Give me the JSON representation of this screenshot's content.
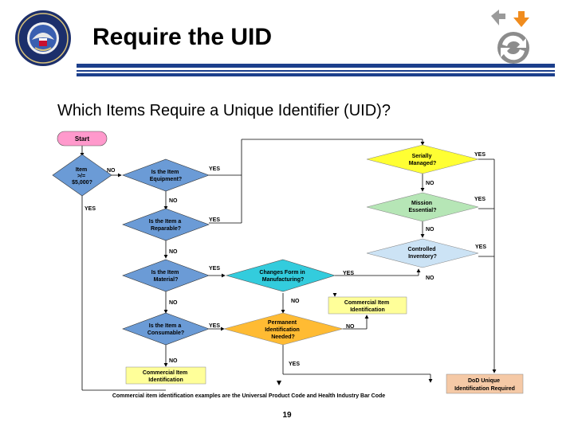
{
  "slide": {
    "title": "Require the UID",
    "subtitle": "Which Items Require a Unique Identifier (UID)?",
    "page_number": "19"
  },
  "colors": {
    "title_bar": "#1c3f8c",
    "start_fill": "#ff99cc",
    "question_fill": "#6b9bd6",
    "yellow_fill": "#ffff33",
    "green_fill": "#b6e6b6",
    "light_blue_fill": "#cce3f5",
    "cyan_fill": "#33ccdd",
    "orange_fill": "#ffbb33",
    "note_fill": "#ffff99",
    "result_fill": "#f5c9a6"
  },
  "flowchart": {
    "start": "Start",
    "q_value": [
      "Item",
      ">/=",
      "$5,000?"
    ],
    "q_equipment": [
      "Is the Item",
      "Equipment?"
    ],
    "q_reparable": [
      "Is the Item a",
      "Reparable?"
    ],
    "q_material": [
      "Is the Item",
      "Material?"
    ],
    "q_consumable": [
      "Is the Item a",
      "Consumable?"
    ],
    "q_serially": [
      "Serially",
      "Managed?"
    ],
    "q_mission": [
      "Mission",
      "Essential?"
    ],
    "q_controlled": [
      "Controlled",
      "Inventory?"
    ],
    "q_changes": [
      "Changes Form in",
      "Manufacturing?"
    ],
    "q_permanent": [
      "Permanent",
      "Identification",
      "Needed?"
    ],
    "commercial_mid": [
      "Commercial Item",
      "Identification"
    ],
    "commercial_bottom": [
      "Commercial Item",
      "Identification"
    ],
    "dod_unique": [
      "DoD Unique",
      "Identification Required"
    ],
    "note": "Commercial item identification examples are the Universal Product Code and Health Industry Bar Code",
    "labels": {
      "yes": "YES",
      "no": "NO"
    }
  },
  "icons": {
    "seal": "dod-seal-icon",
    "cycle": "cycle-arrows-icon"
  }
}
